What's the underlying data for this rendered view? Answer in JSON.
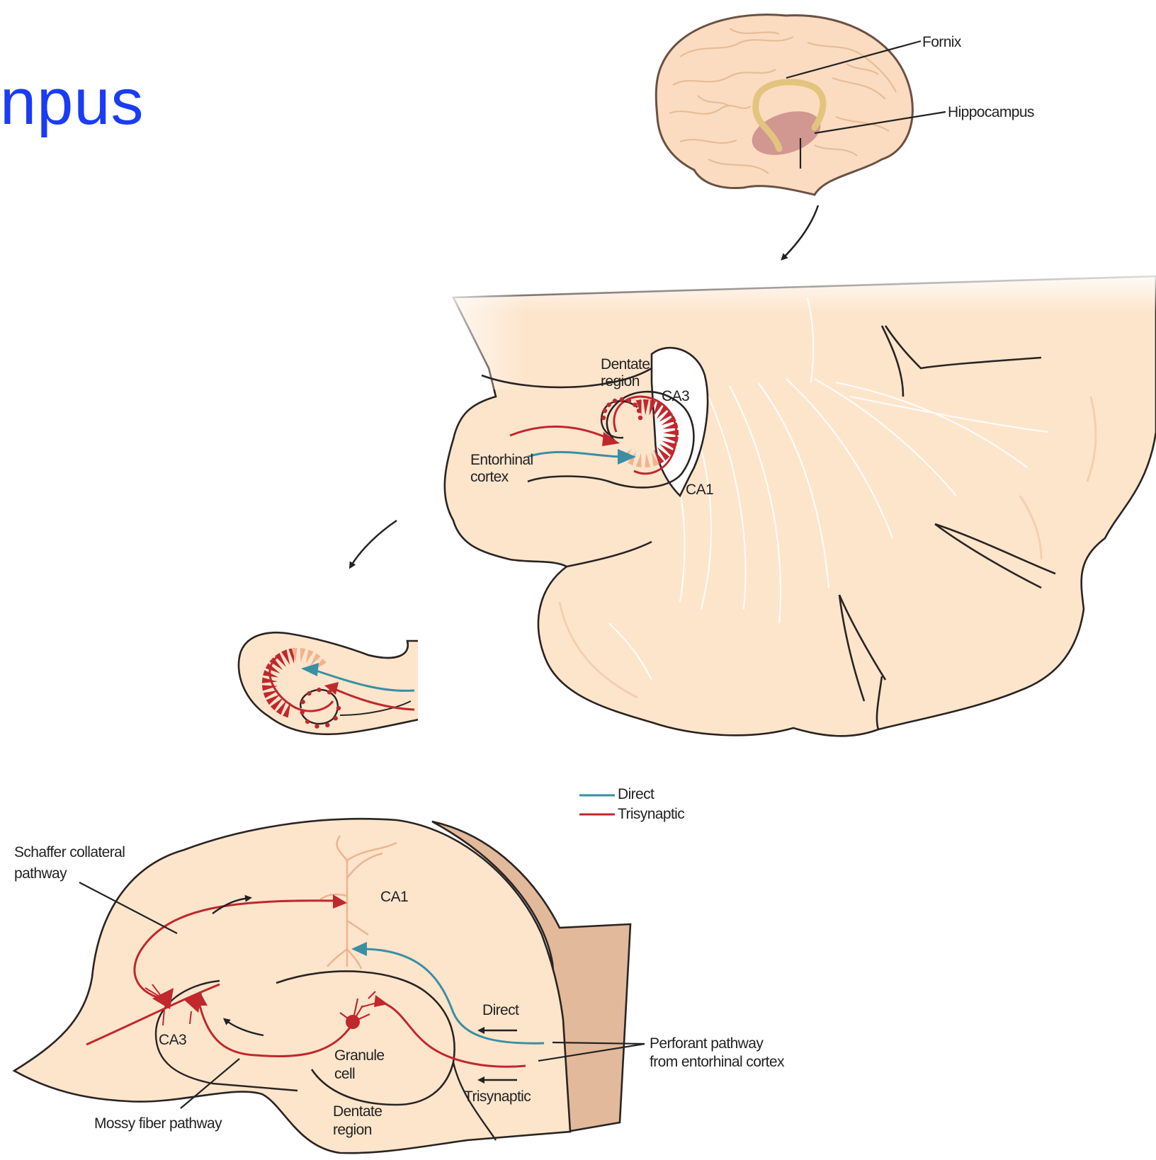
{
  "title": "npus",
  "colors": {
    "tissue": "#fde5cc",
    "tissue_edge": "#2a2422",
    "direct": "#3a8fa3",
    "trisynaptic": "#c0282d",
    "neuron_pale": "#efb38f",
    "brain_fill": "#fbdcc0",
    "hippocampus_fill": "#cc8f8c",
    "fornix": "#e3c47e",
    "lower_shade": "#e2b99b"
  },
  "brain": {
    "fornix_label": "Fornix",
    "hippocampus_label": "Hippocampus"
  },
  "section": {
    "dentate_label_line1": "Dentate",
    "dentate_label_line2": "region",
    "ca3_label": "CA3",
    "ca1_label": "CA1",
    "entorhinal_line1": "Entorhinal",
    "entorhinal_line2": "cortex"
  },
  "legend": {
    "direct": "Direct",
    "trisynaptic": "Trisynaptic"
  },
  "slice": {
    "schaffer_line1": "Schaffer collateral",
    "schaffer_line2": "pathway",
    "ca1_label": "CA1",
    "ca3_label": "CA3",
    "granule_line1": "Granule",
    "granule_line2": "cell",
    "dentate_line1": "Dentate",
    "dentate_line2": "region",
    "mossy_label": "Mossy fiber pathway",
    "direct_label": "Direct",
    "trisynaptic_label": "Trisynaptic",
    "perforant_line1": "Perforant pathway",
    "perforant_line2": "from entorhinal cortex"
  },
  "icons": {
    "step_arrow_1": "curved-arrow-icon",
    "step_arrow_2": "curved-arrow-icon"
  }
}
